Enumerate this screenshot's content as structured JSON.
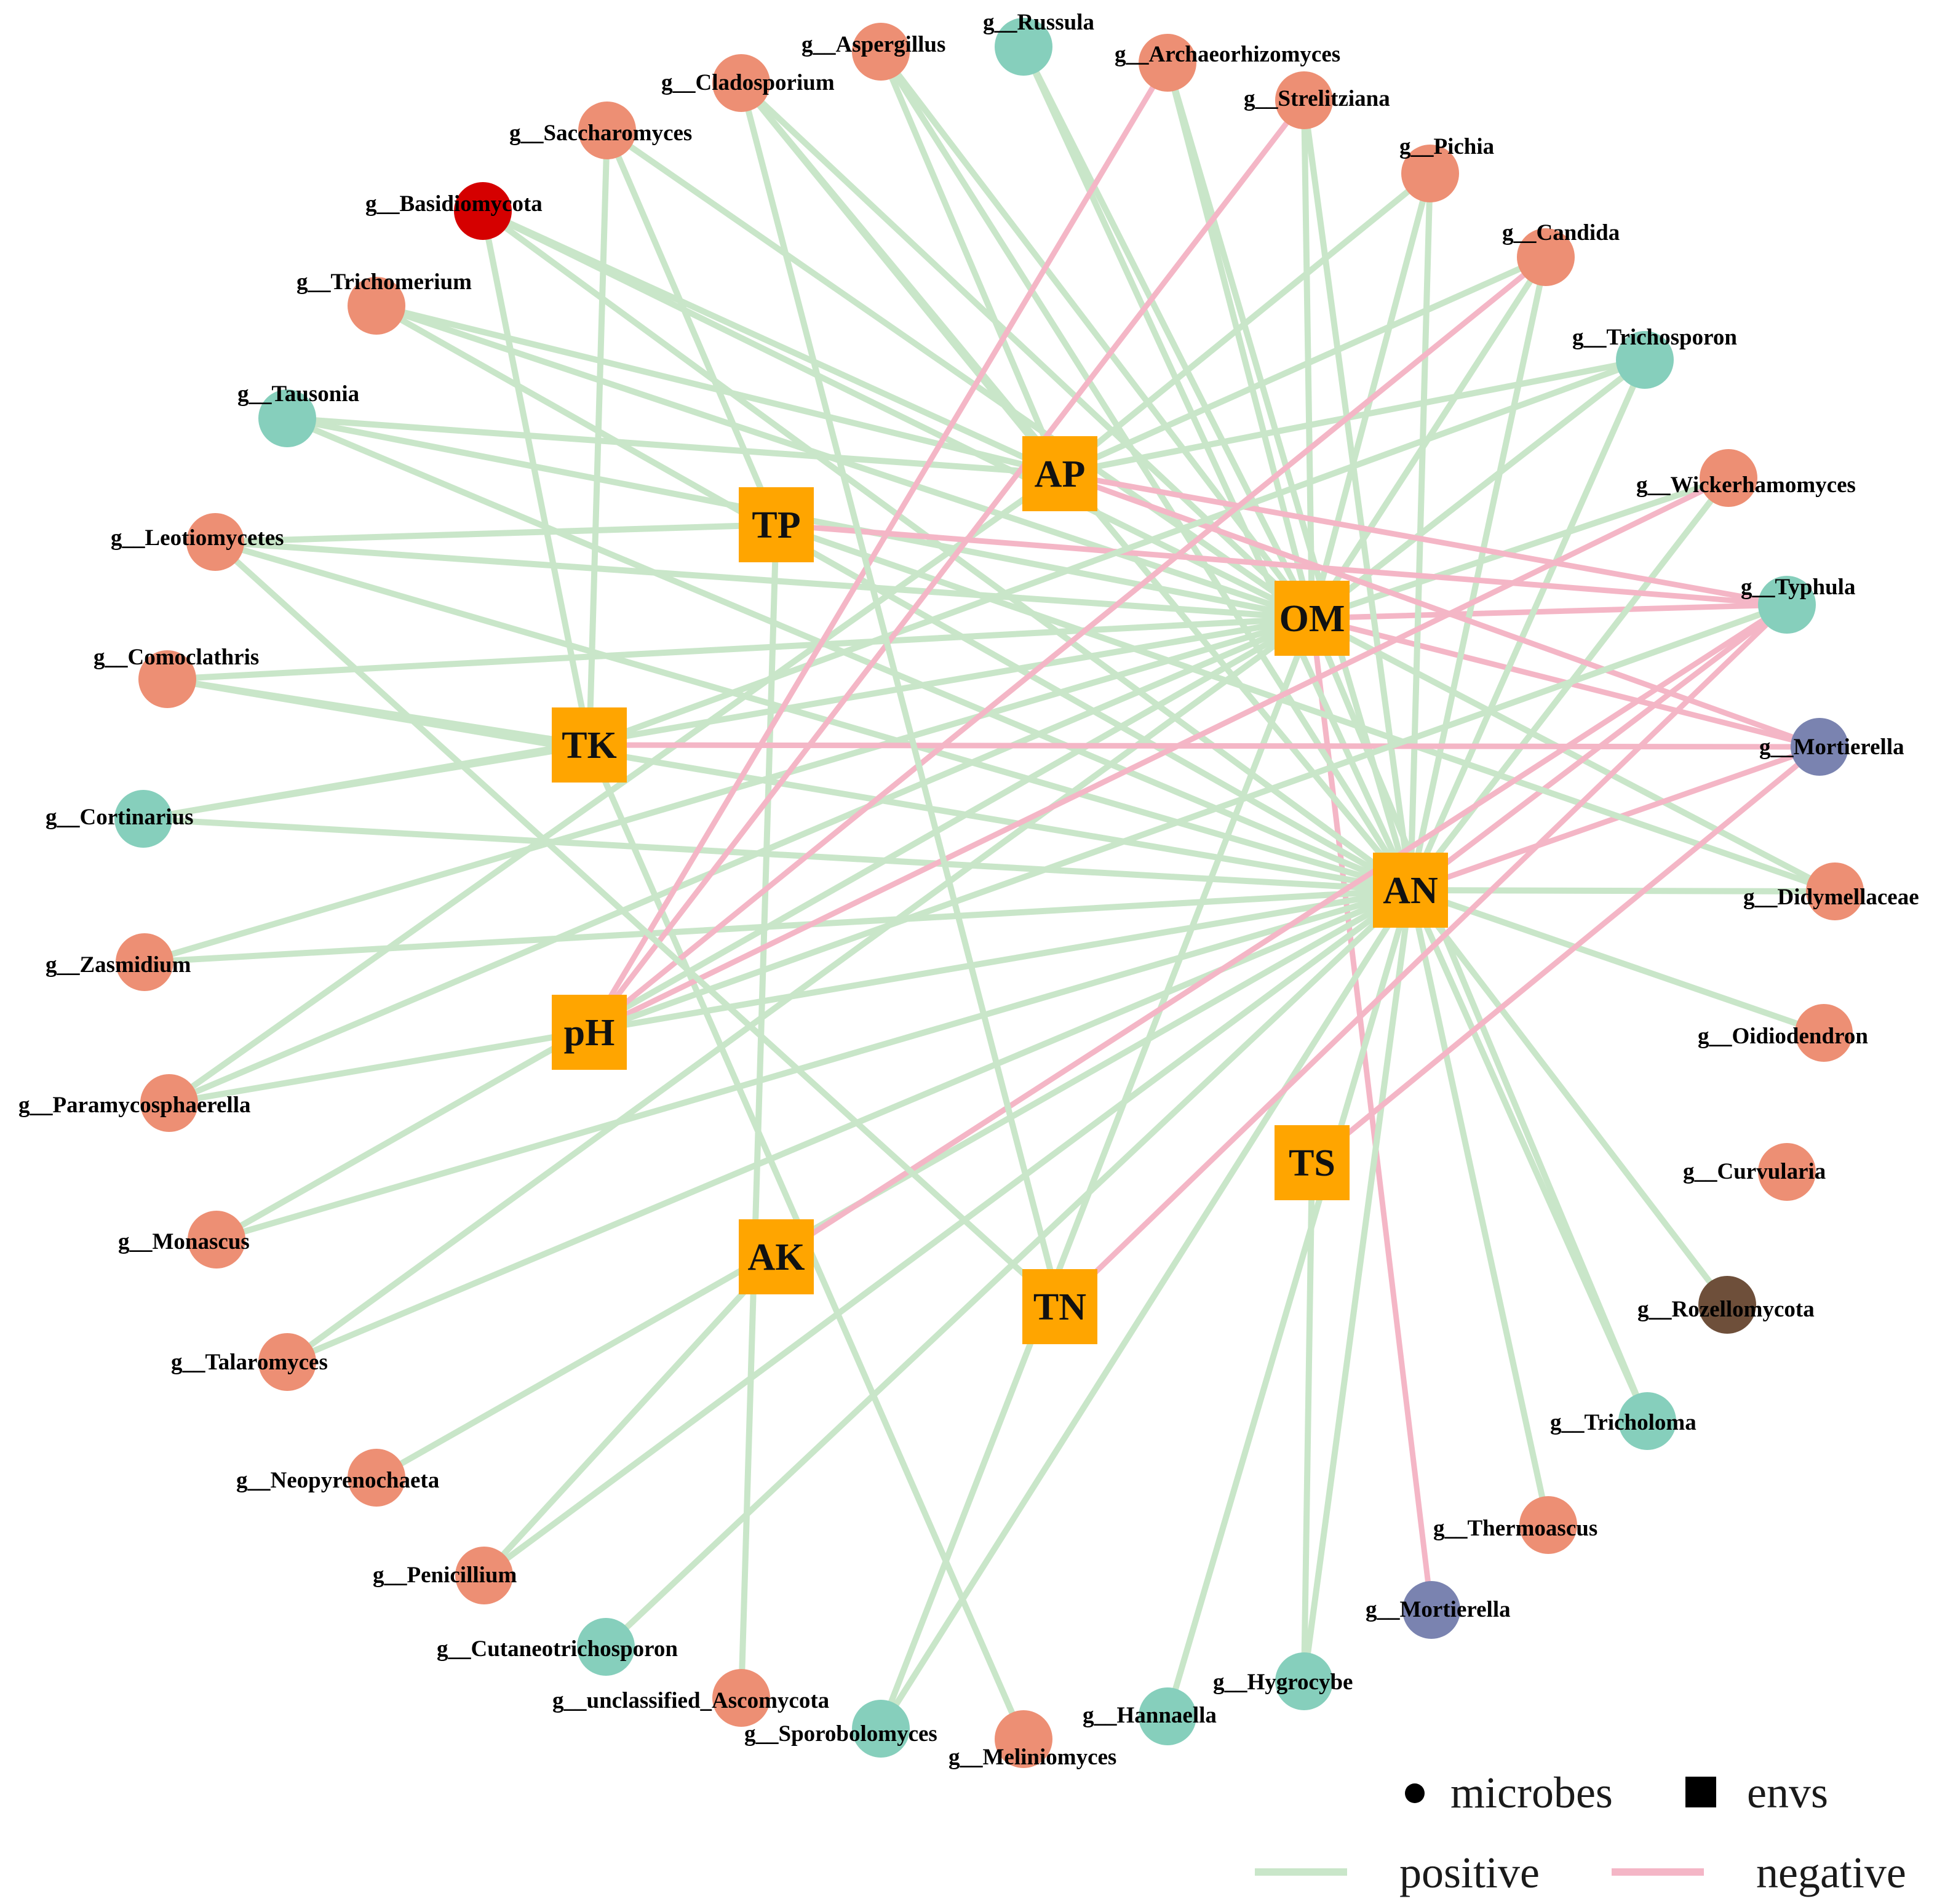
{
  "colors": {
    "positive": "#c9e6c9",
    "negative": "#f4b6c6",
    "env": "#ffa500",
    "salmon": "#ed8f74",
    "teal": "#86cfbc",
    "red": "#d50000",
    "slate": "#7a83b0",
    "brown": "#6e4f3a",
    "legend_mark": "#000000"
  },
  "legend": {
    "microbes": "microbes",
    "envs": "envs",
    "positive": "positive",
    "negative": "negative"
  },
  "envs": [
    {
      "id": "AP",
      "label": "AP"
    },
    {
      "id": "TP",
      "label": "TP"
    },
    {
      "id": "OM",
      "label": "OM"
    },
    {
      "id": "TK",
      "label": "TK"
    },
    {
      "id": "AN",
      "label": "AN"
    },
    {
      "id": "pH",
      "label": "pH"
    },
    {
      "id": "TS",
      "label": "TS"
    },
    {
      "id": "AK",
      "label": "AK"
    },
    {
      "id": "TN",
      "label": "TN"
    }
  ],
  "microbes": [
    {
      "id": "russula",
      "label": "g__Russula",
      "color": "teal"
    },
    {
      "id": "aspergillus",
      "label": "g__Aspergillus",
      "color": "salmon"
    },
    {
      "id": "archaeorhizomyces",
      "label": "g__Archaeorhizomyces",
      "color": "salmon"
    },
    {
      "id": "cladosporium",
      "label": "g__Cladosporium",
      "color": "salmon"
    },
    {
      "id": "strelitziana",
      "label": "g__Strelitziana",
      "color": "salmon"
    },
    {
      "id": "saccharomyces",
      "label": "g__Saccharomyces",
      "color": "salmon"
    },
    {
      "id": "pichia",
      "label": "g__Pichia",
      "color": "salmon"
    },
    {
      "id": "basidiomycota",
      "label": "g__Basidiomycota",
      "color": "red"
    },
    {
      "id": "candida",
      "label": "g__Candida",
      "color": "salmon"
    },
    {
      "id": "trichomerium",
      "label": "g__Trichomerium",
      "color": "salmon"
    },
    {
      "id": "trichosporon",
      "label": "g__Trichosporon",
      "color": "teal"
    },
    {
      "id": "tausonia",
      "label": "g__Tausonia",
      "color": "teal"
    },
    {
      "id": "wickerhamomyces",
      "label": "g__Wickerhamomyces",
      "color": "salmon"
    },
    {
      "id": "leotiomycetes",
      "label": "g__Leotiomycetes",
      "color": "salmon"
    },
    {
      "id": "typhula",
      "label": "g__Typhula",
      "color": "teal"
    },
    {
      "id": "comoclathris",
      "label": "g__Comoclathris",
      "color": "salmon"
    },
    {
      "id": "mortierella1",
      "label": "g__Mortierella",
      "color": "slate"
    },
    {
      "id": "cortinarius",
      "label": "g__Cortinarius",
      "color": "teal"
    },
    {
      "id": "didymellaceae",
      "label": "g__Didymellaceae",
      "color": "salmon"
    },
    {
      "id": "zasmidium",
      "label": "g__Zasmidium",
      "color": "salmon"
    },
    {
      "id": "oidiodendron",
      "label": "g__Oidiodendron",
      "color": "salmon"
    },
    {
      "id": "paramycosphaerella",
      "label": "g__Paramycosphaerella",
      "color": "salmon"
    },
    {
      "id": "curvularia",
      "label": "g__Curvularia",
      "color": "salmon"
    },
    {
      "id": "monascus",
      "label": "g__Monascus",
      "color": "salmon"
    },
    {
      "id": "rozellomycota",
      "label": "g__Rozellomycota",
      "color": "brown"
    },
    {
      "id": "talaromyces",
      "label": "g__Talaromyces",
      "color": "salmon"
    },
    {
      "id": "tricholoma",
      "label": "g__Tricholoma",
      "color": "teal"
    },
    {
      "id": "neopyrenochaeta",
      "label": "g__Neopyrenochaeta",
      "color": "salmon"
    },
    {
      "id": "thermoascus",
      "label": "g__Thermoascus",
      "color": "salmon"
    },
    {
      "id": "penicillium",
      "label": "g__Penicillium",
      "color": "salmon"
    },
    {
      "id": "mortierella2",
      "label": "g__Mortierella",
      "color": "slate"
    },
    {
      "id": "cutaneotrichosporon",
      "label": "g__Cutaneotrichosporon",
      "color": "teal"
    },
    {
      "id": "hygrocybe",
      "label": "g__Hygrocybe",
      "color": "teal"
    },
    {
      "id": "unclassified_ascomycota",
      "label": "g__unclassified_Ascomycota",
      "color": "salmon"
    },
    {
      "id": "hannaella",
      "label": "g__Hannaella",
      "color": "teal"
    },
    {
      "id": "sporobolomyces",
      "label": "g__Sporobolomyces",
      "color": "teal"
    },
    {
      "id": "meliniomyces",
      "label": "g__Meliniomyces",
      "color": "salmon"
    }
  ],
  "edges": [
    {
      "from": "OM",
      "to": "russula",
      "sign": "positive"
    },
    {
      "from": "OM",
      "to": "aspergillus",
      "sign": "positive"
    },
    {
      "from": "OM",
      "to": "archaeorhizomyces",
      "sign": "positive"
    },
    {
      "from": "OM",
      "to": "cladosporium",
      "sign": "positive"
    },
    {
      "from": "OM",
      "to": "strelitziana",
      "sign": "positive"
    },
    {
      "from": "OM",
      "to": "saccharomyces",
      "sign": "positive"
    },
    {
      "from": "OM",
      "to": "pichia",
      "sign": "positive"
    },
    {
      "from": "OM",
      "to": "basidiomycota",
      "sign": "positive"
    },
    {
      "from": "OM",
      "to": "candida",
      "sign": "positive"
    },
    {
      "from": "OM",
      "to": "trichomerium",
      "sign": "positive"
    },
    {
      "from": "OM",
      "to": "trichosporon",
      "sign": "positive"
    },
    {
      "from": "OM",
      "to": "tausonia",
      "sign": "positive"
    },
    {
      "from": "OM",
      "to": "wickerhamomyces",
      "sign": "positive"
    },
    {
      "from": "OM",
      "to": "leotiomycetes",
      "sign": "positive"
    },
    {
      "from": "OM",
      "to": "typhula",
      "sign": "negative"
    },
    {
      "from": "OM",
      "to": "comoclathris",
      "sign": "positive"
    },
    {
      "from": "OM",
      "to": "mortierella1",
      "sign": "negative"
    },
    {
      "from": "OM",
      "to": "cortinarius",
      "sign": "positive"
    },
    {
      "from": "OM",
      "to": "didymellaceae",
      "sign": "positive"
    },
    {
      "from": "OM",
      "to": "zasmidium",
      "sign": "positive"
    },
    {
      "from": "OM",
      "to": "paramycosphaerella",
      "sign": "positive"
    },
    {
      "from": "OM",
      "to": "monascus",
      "sign": "positive"
    },
    {
      "from": "OM",
      "to": "talaromyces",
      "sign": "positive"
    },
    {
      "from": "OM",
      "to": "tricholoma",
      "sign": "positive"
    },
    {
      "from": "OM",
      "to": "mortierella2",
      "sign": "negative"
    },
    {
      "from": "OM",
      "to": "sporobolomyces",
      "sign": "positive"
    },
    {
      "from": "AN",
      "to": "russula",
      "sign": "positive"
    },
    {
      "from": "AN",
      "to": "aspergillus",
      "sign": "positive"
    },
    {
      "from": "AN",
      "to": "archaeorhizomyces",
      "sign": "positive"
    },
    {
      "from": "AN",
      "to": "cladosporium",
      "sign": "positive"
    },
    {
      "from": "AN",
      "to": "strelitziana",
      "sign": "positive"
    },
    {
      "from": "AN",
      "to": "pichia",
      "sign": "positive"
    },
    {
      "from": "AN",
      "to": "basidiomycota",
      "sign": "positive"
    },
    {
      "from": "AN",
      "to": "candida",
      "sign": "positive"
    },
    {
      "from": "AN",
      "to": "trichomerium",
      "sign": "positive"
    },
    {
      "from": "AN",
      "to": "trichosporon",
      "sign": "positive"
    },
    {
      "from": "AN",
      "to": "tausonia",
      "sign": "positive"
    },
    {
      "from": "AN",
      "to": "wickerhamomyces",
      "sign": "positive"
    },
    {
      "from": "AN",
      "to": "leotiomycetes",
      "sign": "positive"
    },
    {
      "from": "AN",
      "to": "typhula",
      "sign": "negative"
    },
    {
      "from": "AN",
      "to": "comoclathris",
      "sign": "positive"
    },
    {
      "from": "AN",
      "to": "mortierella1",
      "sign": "negative"
    },
    {
      "from": "AN",
      "to": "cortinarius",
      "sign": "positive"
    },
    {
      "from": "AN",
      "to": "didymellaceae",
      "sign": "positive"
    },
    {
      "from": "AN",
      "to": "oidiodendron",
      "sign": "positive"
    },
    {
      "from": "AN",
      "to": "zasmidium",
      "sign": "positive"
    },
    {
      "from": "AN",
      "to": "paramycosphaerella",
      "sign": "positive"
    },
    {
      "from": "AN",
      "to": "monascus",
      "sign": "positive"
    },
    {
      "from": "AN",
      "to": "rozellomycota",
      "sign": "positive"
    },
    {
      "from": "AN",
      "to": "talaromyces",
      "sign": "positive"
    },
    {
      "from": "AN",
      "to": "tricholoma",
      "sign": "positive"
    },
    {
      "from": "AN",
      "to": "neopyrenochaeta",
      "sign": "positive"
    },
    {
      "from": "AN",
      "to": "thermoascus",
      "sign": "positive"
    },
    {
      "from": "AN",
      "to": "penicillium",
      "sign": "positive"
    },
    {
      "from": "AN",
      "to": "cutaneotrichosporon",
      "sign": "positive"
    },
    {
      "from": "AN",
      "to": "hygrocybe",
      "sign": "positive"
    },
    {
      "from": "AN",
      "to": "hannaella",
      "sign": "positive"
    },
    {
      "from": "AN",
      "to": "sporobolomyces",
      "sign": "positive"
    },
    {
      "from": "AP",
      "to": "aspergillus",
      "sign": "positive"
    },
    {
      "from": "AP",
      "to": "cladosporium",
      "sign": "positive"
    },
    {
      "from": "AP",
      "to": "basidiomycota",
      "sign": "positive"
    },
    {
      "from": "AP",
      "to": "trichomerium",
      "sign": "positive"
    },
    {
      "from": "AP",
      "to": "tausonia",
      "sign": "positive"
    },
    {
      "from": "AP",
      "to": "pichia",
      "sign": "positive"
    },
    {
      "from": "AP",
      "to": "candida",
      "sign": "positive"
    },
    {
      "from": "AP",
      "to": "trichosporon",
      "sign": "positive"
    },
    {
      "from": "AP",
      "to": "typhula",
      "sign": "negative"
    },
    {
      "from": "AP",
      "to": "mortierella1",
      "sign": "negative"
    },
    {
      "from": "AP",
      "to": "paramycosphaerella",
      "sign": "positive"
    },
    {
      "from": "TP",
      "to": "saccharomyces",
      "sign": "positive"
    },
    {
      "from": "TP",
      "to": "leotiomycetes",
      "sign": "positive"
    },
    {
      "from": "TP",
      "to": "typhula",
      "sign": "negative"
    },
    {
      "from": "TP",
      "to": "unclassified_ascomycota",
      "sign": "positive"
    },
    {
      "from": "TP",
      "to": "didymellaceae",
      "sign": "positive"
    },
    {
      "from": "TK",
      "to": "basidiomycota",
      "sign": "positive"
    },
    {
      "from": "TK",
      "to": "saccharomyces",
      "sign": "positive"
    },
    {
      "from": "TK",
      "to": "comoclathris",
      "sign": "positive"
    },
    {
      "from": "TK",
      "to": "mortierella1",
      "sign": "negative"
    },
    {
      "from": "TK",
      "to": "cortinarius",
      "sign": "positive"
    },
    {
      "from": "TK",
      "to": "trichosporon",
      "sign": "positive"
    },
    {
      "from": "TK",
      "to": "meliniomyces",
      "sign": "positive"
    },
    {
      "from": "pH",
      "to": "archaeorhizomyces",
      "sign": "negative"
    },
    {
      "from": "pH",
      "to": "strelitziana",
      "sign": "negative"
    },
    {
      "from": "pH",
      "to": "candida",
      "sign": "negative"
    },
    {
      "from": "pH",
      "to": "wickerhamomyces",
      "sign": "negative"
    },
    {
      "from": "pH",
      "to": "typhula",
      "sign": "positive"
    },
    {
      "from": "TS",
      "to": "mortierella1",
      "sign": "negative"
    },
    {
      "from": "TS",
      "to": "hygrocybe",
      "sign": "positive"
    },
    {
      "from": "AK",
      "to": "typhula",
      "sign": "negative"
    },
    {
      "from": "AK",
      "to": "penicillium",
      "sign": "positive"
    },
    {
      "from": "TN",
      "to": "typhula",
      "sign": "negative"
    },
    {
      "from": "TN",
      "to": "leotiomycetes",
      "sign": "positive"
    },
    {
      "from": "TN",
      "to": "cladosporium",
      "sign": "positive"
    }
  ]
}
